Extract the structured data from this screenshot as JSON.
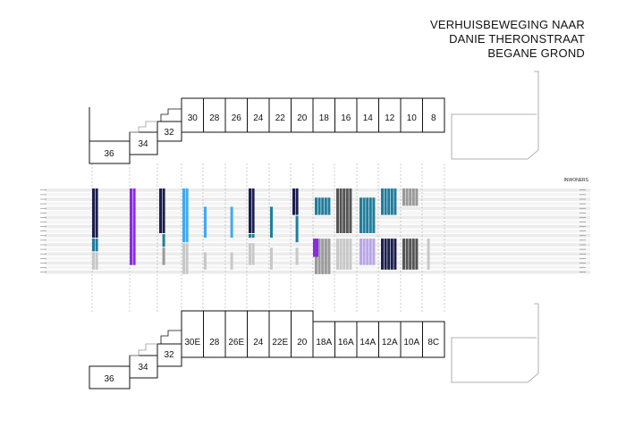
{
  "title_lines": [
    "VERHUISBEWEGING NAAR",
    "DANIE THERONSTRAAT",
    "BEGANE GROND"
  ],
  "axis_right_label": "INWONERS",
  "top_units": [
    "30",
    "28",
    "26",
    "24",
    "22",
    "20",
    "18",
    "16",
    "14",
    "12",
    "10",
    "8"
  ],
  "bottom_units": [
    "30E",
    "28",
    "26E",
    "24",
    "22E",
    "20",
    "18A",
    "16A",
    "14A",
    "12A",
    "10A",
    "8C"
  ],
  "top_stair": [
    "36",
    "34",
    "32"
  ],
  "bottom_stair": [
    "36",
    "34",
    "32"
  ],
  "colors": {
    "navy": "#1b1f4e",
    "purple": "#8a2be2",
    "blue": "#3fa9f5",
    "teal": "#1f7e9e",
    "grey": "#9a9a9a",
    "lightgrey": "#c8c8c8",
    "darkgrey": "#555555",
    "lilac": "#b9a6e8"
  }
}
